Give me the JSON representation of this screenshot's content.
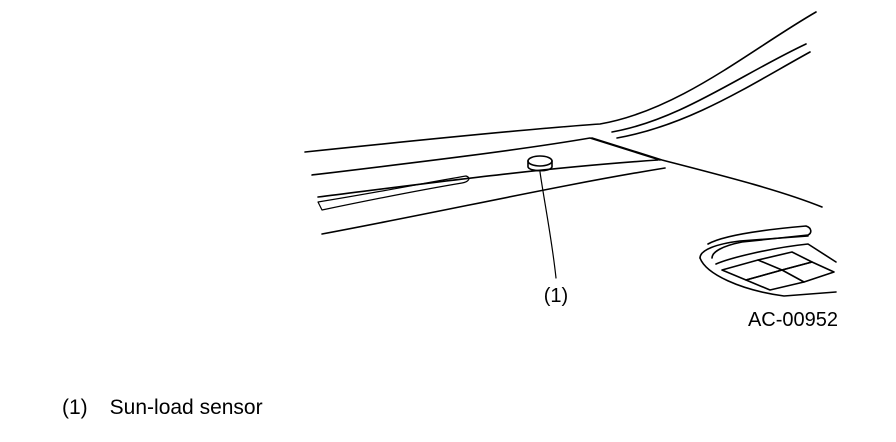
{
  "callout": {
    "number": "(1)"
  },
  "figure_code": "AC-00952",
  "legend": {
    "number": "(1)",
    "label": "Sun-load sensor"
  }
}
